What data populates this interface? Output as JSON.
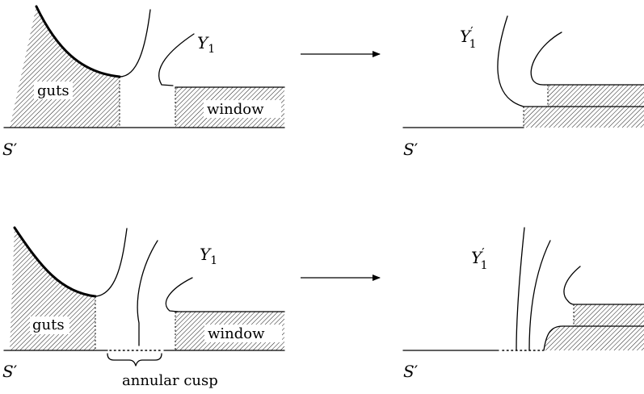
{
  "panels": {
    "top_left": {
      "surface_label": "S",
      "surface_prime": "′",
      "leaf_label": "Y",
      "leaf_sub": "1",
      "guts_label": "guts",
      "window_label": "window"
    },
    "top_right": {
      "surface_label": "S",
      "surface_prime": "′",
      "leaf_label": "Y",
      "leaf_sub": "1",
      "leaf_prime": "′"
    },
    "bottom_left": {
      "surface_label": "S",
      "surface_prime": "′",
      "leaf_label": "Y",
      "leaf_sub": "1",
      "guts_label": "guts",
      "window_label": "window",
      "cusp_label": "annular cusp"
    },
    "bottom_right": {
      "surface_label": "S",
      "surface_prime": "′",
      "leaf_label": "Y",
      "leaf_sub": "1",
      "leaf_prime": "′"
    }
  }
}
